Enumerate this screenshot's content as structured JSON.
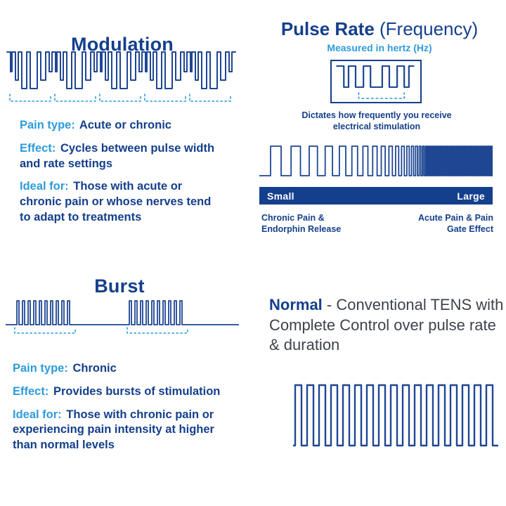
{
  "colors": {
    "navy": "#143f8c",
    "light_blue": "#2d9cda",
    "wave": "#1e4693",
    "body_text": "#3d424c"
  },
  "modulation": {
    "title": "Modulation",
    "pain_type_label": "Pain type:",
    "pain_type_value": "Acute or chronic",
    "effect_label": "Effect:",
    "effect_value": "Cycles between pulse width and rate settings",
    "ideal_label": "Ideal for:",
    "ideal_value": "Those with acute or chronic pain or whose nerves tend to adapt to treatments"
  },
  "pulse_rate": {
    "title": "Pulse Rate",
    "title_suffix": "(Frequency)",
    "subtitle": "Measured in hertz (Hz)",
    "caption": "Dictates how frequently you receive electrical stimulation",
    "scale": {
      "left": "Small",
      "right": "Large"
    },
    "low_label": "Chronic Pain & Endorphin Release",
    "high_label": "Acute Pain & Pain Gate Effect"
  },
  "burst": {
    "title": "Burst",
    "pain_type_label": "Pain type:",
    "pain_type_value": "Chronic",
    "effect_label": "Effect:",
    "effect_value": "Provides bursts of stimulation",
    "ideal_label": "Ideal for:",
    "ideal_value": "Those with chronic pain or experiencing pain intensity at higher than normal levels"
  },
  "normal": {
    "title": "Normal",
    "description": "- Conventional TENS with Complete Control over pulse rate & duration"
  }
}
